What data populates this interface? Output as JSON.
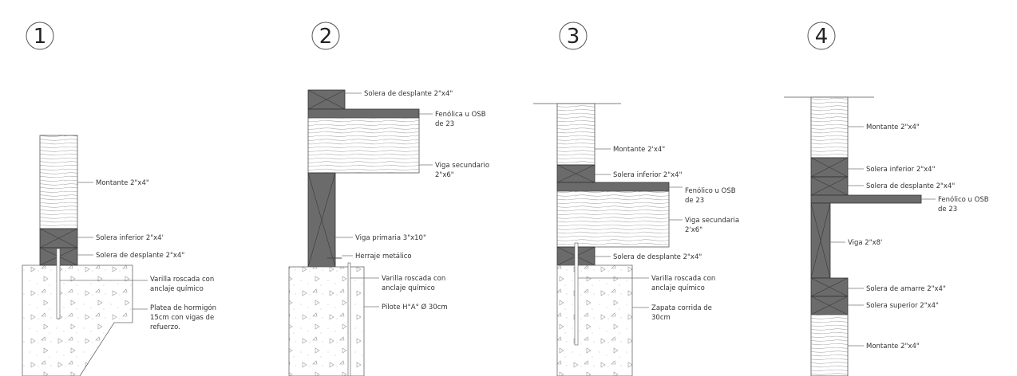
{
  "details": [
    {
      "number": "1",
      "labels": {
        "montante": "Montante 2\"x4\"",
        "solera_inferior": "Solera inferior 2\"x4'",
        "solera_desplante": "Solera de desplante 2\"x4\"",
        "varilla": [
          "Varilla roscada con",
          "anclaje químico"
        ],
        "platea": [
          "Platea de hormigón",
          "15cm con vigas de",
          "refuerzo."
        ]
      }
    },
    {
      "number": "2",
      "labels": {
        "solera_desplante": "Solera de desplante 2\"x4\"",
        "fenolica": [
          "Fenólica u OSB",
          "de 23"
        ],
        "viga_secundaria": [
          "Viga secundario",
          "2\"x6\""
        ],
        "viga_primaria": "Viga primaria 3\"x10\"",
        "herraje": "Herraje metálico",
        "varilla": [
          "Varilla roscada con",
          "anclaje químico"
        ],
        "pilote": "Pilote H°A° Ø 30cm"
      }
    },
    {
      "number": "3",
      "labels": {
        "montante": "Montante 2'x4\"",
        "solera_inferior": "Solera inferior 2\"x4\"",
        "fenolico": [
          "Fenólico u OSB",
          "de 23"
        ],
        "viga_secundaria": [
          "Viga secundaria",
          "2'x6\""
        ],
        "solera_desplante": "Solera de desplante 2\"x4\"",
        "varilla": [
          "Varilla roscada con",
          "anclaje químico"
        ],
        "zapata": [
          "Zapata corrida de",
          "30cm"
        ]
      }
    },
    {
      "number": "4",
      "labels": {
        "montante_top": "Montante 2\"x4\"",
        "solera_inferior": "Solera inferior 2\"x4\"",
        "solera_desplante": "Solera de desplante 2\"x4\"",
        "fenolico": [
          "Fenólico u OSB",
          "de 23"
        ],
        "viga": "Viga 2\"x8'",
        "solera_amarre": "Solera de amarre 2\"x4\"",
        "solera_superior": "Solera superior 2\"x4\"",
        "montante_bottom": "Montante 2\"x4\""
      }
    }
  ]
}
